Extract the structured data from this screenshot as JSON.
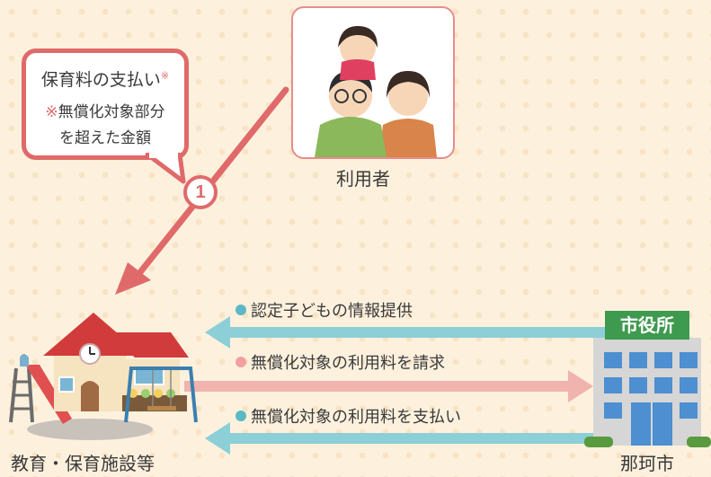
{
  "bubble": {
    "line1": "保育料の支払い",
    "line1_mark": "※",
    "line2_mark": "※",
    "line2": "無償化対象部分",
    "line3": "を超えた金額"
  },
  "step": "1",
  "user_label": "利用者",
  "facility_label": "教育・保育施設等",
  "cityhall_sign": "市役所",
  "city_label": "那珂市",
  "flows": [
    {
      "text": "認定子どもの情報提供",
      "dot_color": "#5bb8c4",
      "direction": "left"
    },
    {
      "text": "無償化対象の利用料を請求",
      "dot_color": "#f0a0a0",
      "direction": "right"
    },
    {
      "text": "無償化対象の利用料を支払い",
      "dot_color": "#5bb8c4",
      "direction": "left"
    }
  ],
  "colors": {
    "accent": "#e06a6a",
    "teal": "#8ccfd6",
    "pink": "#f1b3ad"
  }
}
